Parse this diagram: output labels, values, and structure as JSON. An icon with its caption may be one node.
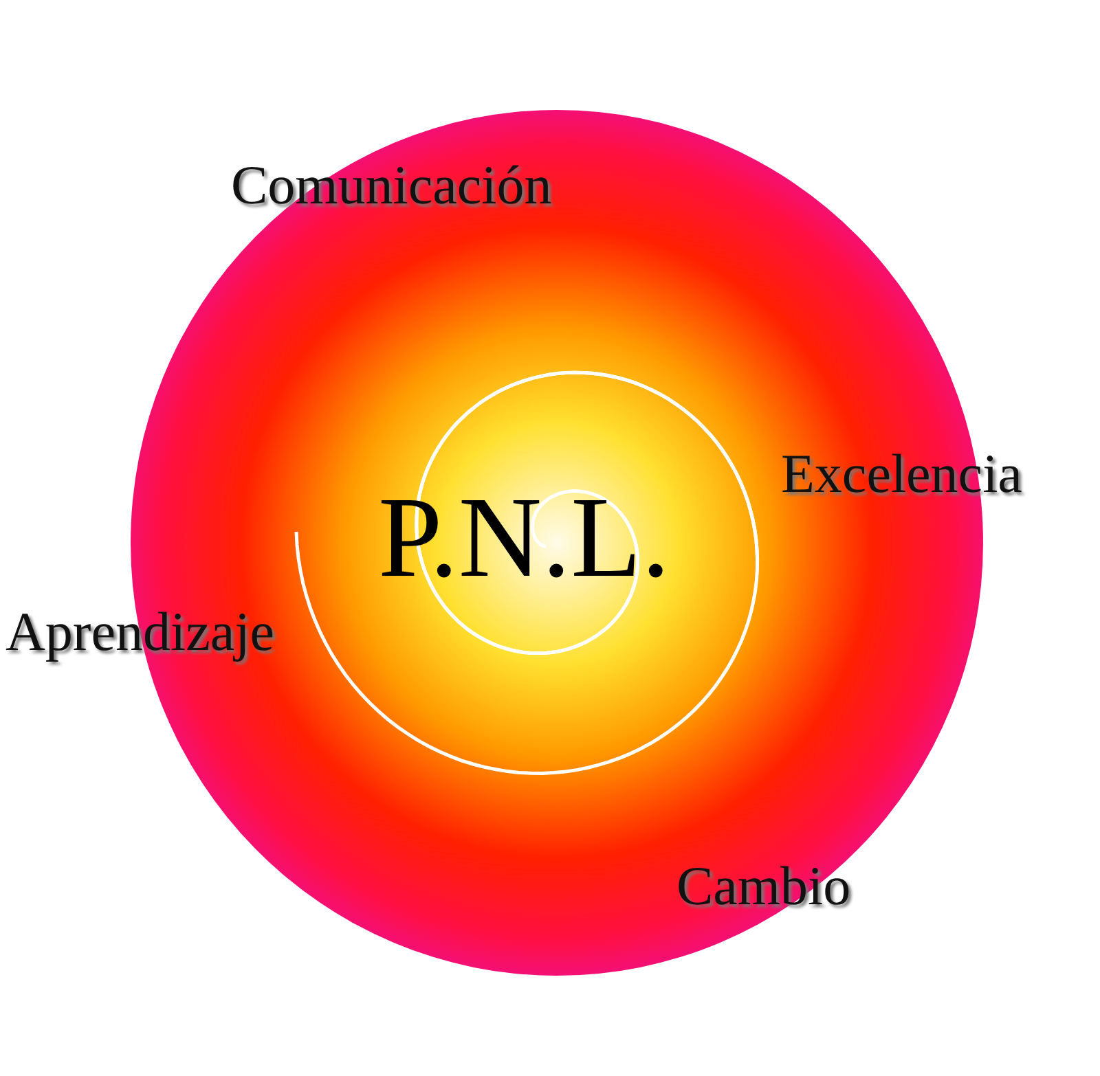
{
  "diagram": {
    "nodes": [
      {
        "text": [
          "P.N.L."
        ]
      }
    ],
    "edges": [],
    "labels": [
      "Comunicación",
      "Excelencia",
      "Aprendizaje",
      "Cambio"
    ]
  }
}
